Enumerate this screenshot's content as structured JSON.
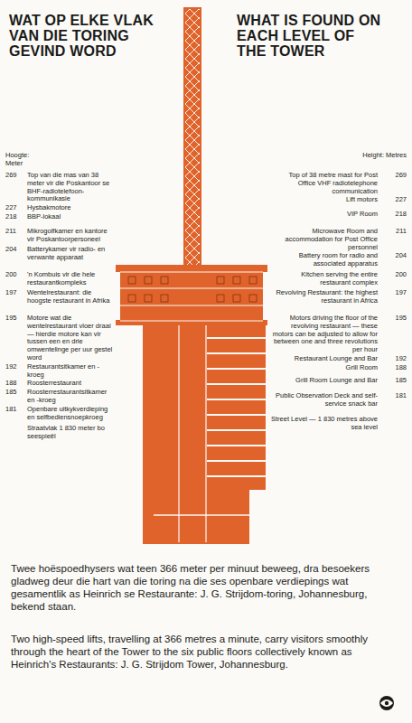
{
  "diagram": {
    "title": "WAT OP ELKE VLAK VAN DIE TORING GEVIND WORD",
    "caption": "Two high-speed lifts, travelling at 366 metres a minute, carry visitors smoothly through the heart of the Tower to the six public floors collectively known as Heinrich's Restaurants: J. G. Strijdom Tower, Johannesburg.",
    "labels": [
      "WHAT IS FOUND ON EACH LEVEL OF THE TOWER",
      "Hoogte: Meter",
      "Height: Metres",
      "269",
      "Top van die mas van 38 meter vir die Poskantoor se BHF-radiotelefoon-kommunikasie",
      "227",
      "Hysbakmotore",
      "218",
      "BBP-lokaal",
      "211",
      "Mikrogolfkamer en kantore vir Poskantoorpersoneel",
      "204",
      "Batterykamer vir radio- en verwante apparaat",
      "200",
      "'n Kombuis vir die hele restaurantkompleks",
      "197",
      "Wentelrestaurant: die hoogste restaurant in Afrika",
      "195",
      "Motore wat die wentelrestaurant vloer draai — hierdie motore kan vir tussen een en drie omwentelinge per uur gestel word",
      "192",
      "Restaurantsitkamer en -kroeg",
      "188",
      "Roosterrestaurant",
      "185",
      "Roosterrestaurantsitkamer en -kroeg",
      "181",
      "Openbare uitkykverdieping en selfbediensnoepkroeg",
      "Straatvlak 1 830 meter bo seespieël",
      "Top of 38 metre mast for Post Office VHF radiotelephone communication",
      "269",
      "Lift motors",
      "227",
      "VIP Room",
      "218",
      "Microwave Room and accommodation for Post Office personnel",
      "211",
      "Battery room for radio and associated apparatus",
      "204",
      "Kitchen serving the entire restaurant complex",
      "200",
      "Revolving Restaurant: the highest restaurant in Africa",
      "197",
      "Motors driving the floor of the revolving restaurant — these motors can be adjusted to allow for between one and three revolutions per hour",
      "195",
      "Restaurant Lounge and Bar",
      "192",
      "Grill Room",
      "188",
      "Grill Room Lounge and Bar",
      "185",
      "Public Observation Deck and self-service snack bar",
      "181",
      "Street Level — 1 830 metres above sea level",
      "Twee hoëspoedhysers wat teen 366 meter per minuut beweeg, dra besoekers gladweg deur die hart van die toring na die ses openbare verdiepings wat gesamentlik as Heinrich se Restaurante: J. G. Strijdom-toring, Johannesburg, bekend staan."
    ]
  }
}
